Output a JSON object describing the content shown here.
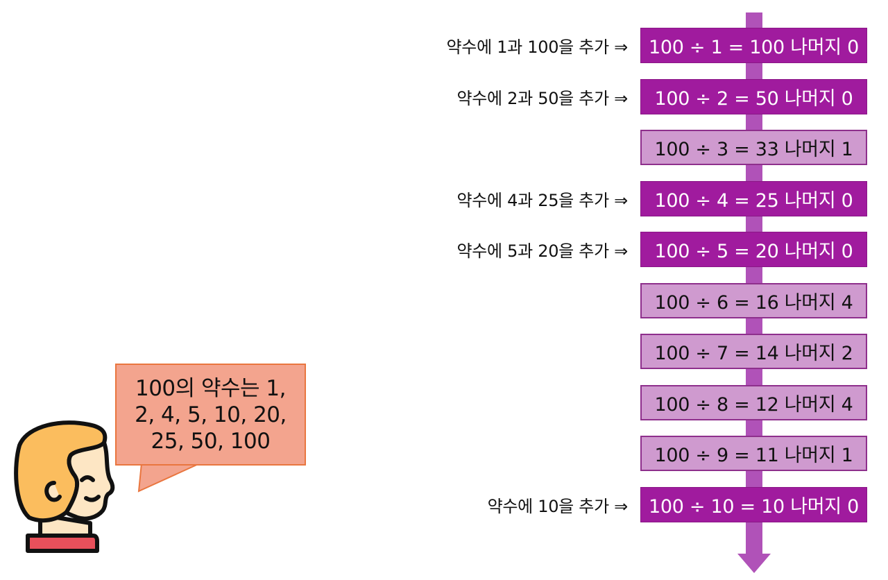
{
  "steps": [
    {
      "text": "100 ÷ 1 = 100 나머지 0",
      "divisible": true,
      "note": "약수에 1과 100을 추가 ⇒"
    },
    {
      "text": "100 ÷ 2 = 50 나머지 0",
      "divisible": true,
      "note": "약수에 2과 50을 추가 ⇒"
    },
    {
      "text": "100 ÷ 3 = 33 나머지 1",
      "divisible": false,
      "note": ""
    },
    {
      "text": "100 ÷ 4 = 25 나머지 0",
      "divisible": true,
      "note": "약수에 4과 25을 추가 ⇒"
    },
    {
      "text": "100 ÷ 5 = 20 나머지 0",
      "divisible": true,
      "note": "약수에 5과 20을 추가 ⇒"
    },
    {
      "text": "100 ÷ 6 = 16 나머지 4",
      "divisible": false,
      "note": ""
    },
    {
      "text": "100 ÷ 7 = 14 나머지 2",
      "divisible": false,
      "note": ""
    },
    {
      "text": "100 ÷ 8 = 12 나머지 4",
      "divisible": false,
      "note": ""
    },
    {
      "text": "100 ÷ 9 = 11 나머지 1",
      "divisible": false,
      "note": ""
    },
    {
      "text": "100 ÷ 10 = 10 나머지 0",
      "divisible": true,
      "note": "약수에 10을 추가 ⇒"
    }
  ],
  "bubble": {
    "line1": "100의 약수는 1,",
    "line2": "2, 4, 5, 10, 20,",
    "line3": "25, 50, 100"
  },
  "colors": {
    "divisible_box": "#a01b9e",
    "nondivisible_box": "#cf9acf",
    "arrow": "#b052b8",
    "bubble_fill": "#f3a48e",
    "bubble_border": "#e9763f",
    "hair": "#fbbd5e",
    "skin": "#fde6c4",
    "collar": "#e8505b"
  },
  "icons": {
    "person": "person-profile-icon",
    "flow_arrow": "down-arrow-icon"
  }
}
